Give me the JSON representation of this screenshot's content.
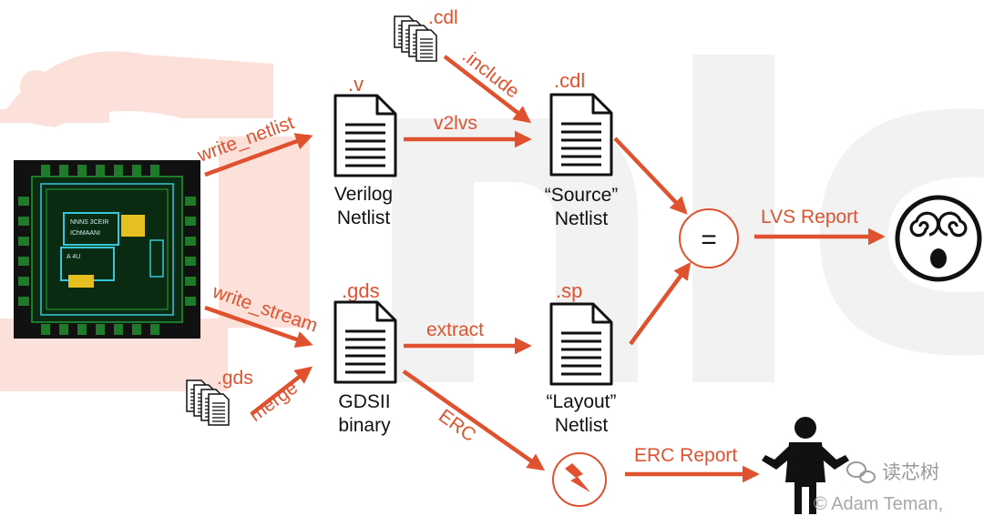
{
  "colors": {
    "accent": "#e0522f",
    "ink": "#111111",
    "watermark_pink": "#fbe1da",
    "watermark_gray": "#f2f2f2",
    "chip_bg": "#111111",
    "chip_green": "#1f7a2a",
    "chip_cyan": "#36c7d8",
    "chip_yellow": "#e6c020"
  },
  "chip": {
    "block_label_1": "NNNS 3CEIR",
    "block_label_2": "IChMAANI",
    "block_label_3": "A 4U"
  },
  "edges": {
    "write_netlist": "write_netlist",
    "write_stream": "write_stream",
    "merge": "merge",
    "include": ".include",
    "v2lvs": "v2lvs",
    "extract": "extract",
    "erc": "ERC",
    "lvs_report": "LVS Report",
    "erc_report": "ERC Report"
  },
  "files": {
    "cdl_top_ext": ".cdl",
    "gds_input_ext": ".gds",
    "verilog": {
      "ext": ".v",
      "name_1": "Verilog",
      "name_2": "Netlist"
    },
    "gdsii": {
      "ext": ".gds",
      "name_1": "GDSII",
      "name_2": "binary"
    },
    "source": {
      "ext": ".cdl",
      "name_1": "“Source”",
      "name_2": "Netlist"
    },
    "layout": {
      "ext": ".sp",
      "name_1": "“Layout”",
      "name_2": "Netlist"
    }
  },
  "compare_symbol": "=",
  "icons": {
    "chip": "chip-layout-icon",
    "stack": "file-stack-icon",
    "doc": "document-icon",
    "dizzy": "dizzy-face-icon",
    "lightning": "lightning-icon",
    "person": "shrugging-person-icon"
  },
  "watermark": {
    "wechat_text": "读芯树",
    "credit": "© Adam Teman,"
  }
}
